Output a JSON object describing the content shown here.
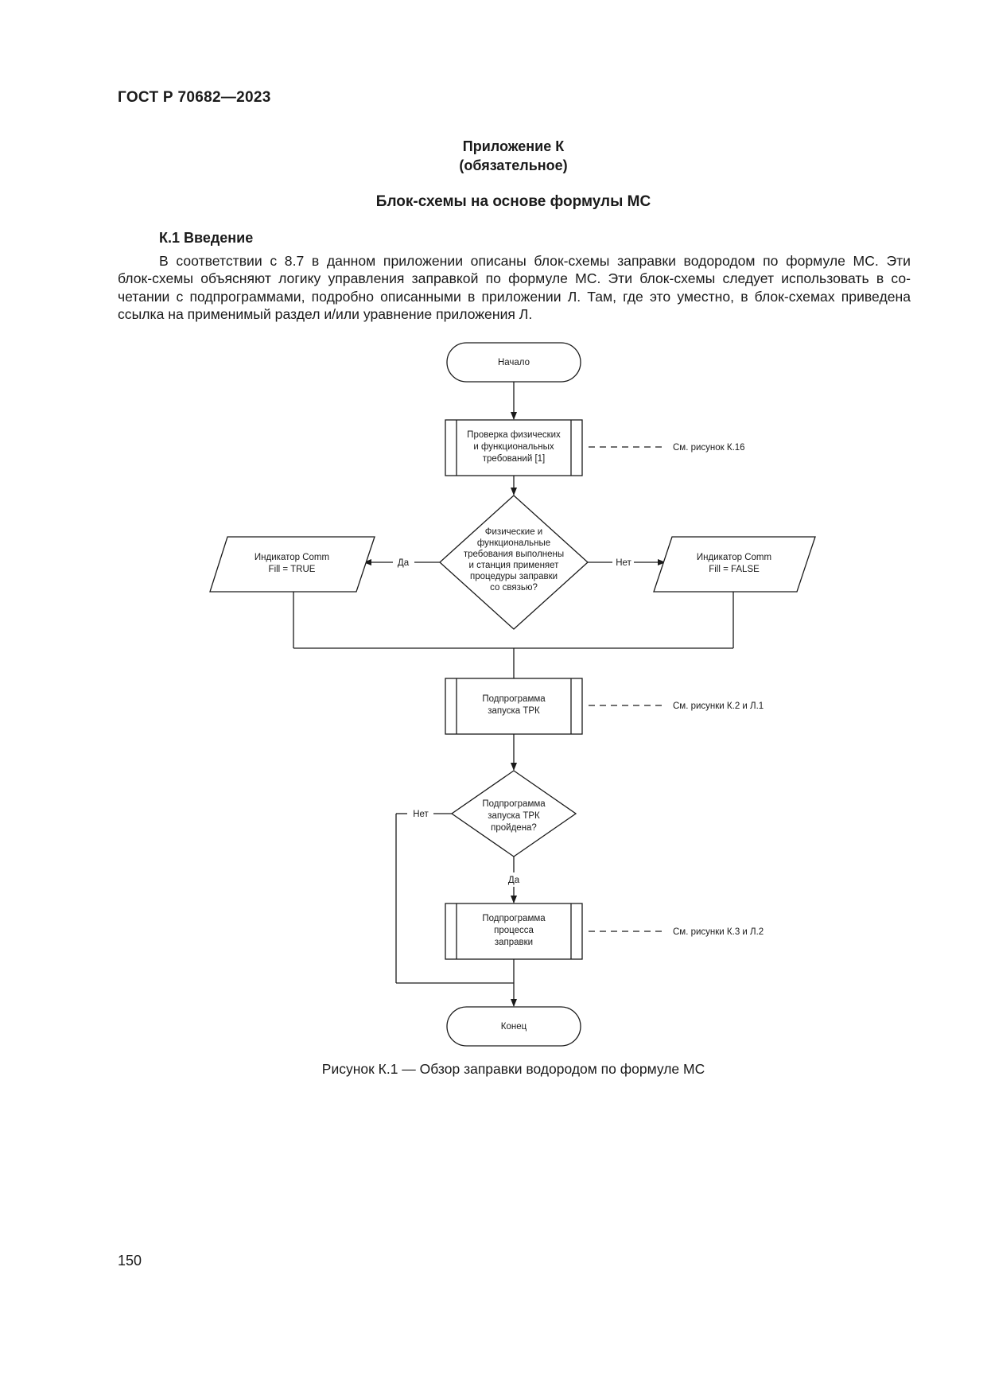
{
  "header": {
    "doc_id": "ГОСТ Р 70682—2023"
  },
  "annex": {
    "title": "Приложение К",
    "status": "(обязательное)"
  },
  "heading": "Блок-схемы на основе формулы МС",
  "section": {
    "title": "К.1  Введение"
  },
  "paragraph_lines": [
    "В соответствии с 8.7 в данном приложении описаны блок-схемы заправки водородом по формуле МС. Эти",
    "блок-схемы объясняют логику управления заправкой по формуле МС. Эти блок-схемы следует использовать в со-",
    "четании с подпрограммами, подробно описанными в приложении Л. Там, где это уместно, в блок-схемах приведена",
    "ссылка на применимый раздел и/или уравнение приложения Л."
  ],
  "flowchart": {
    "start": "Начало",
    "check_box": [
      "Проверка физических",
      "и функциональных",
      "требований [1]"
    ],
    "ref_k16": "См. рисунок К.16",
    "decision1": [
      "Физические и",
      "функциональные",
      "требования выполнены",
      "и станция применяет",
      "процедуры заправки",
      "со связью?"
    ],
    "yes1": "Да",
    "no1": "Нет",
    "io_true": [
      "Индикатор Comm",
      "Fill = TRUE"
    ],
    "io_false": [
      "Индикатор Comm",
      "Fill = FALSE"
    ],
    "launch_box": [
      "Подпрограмма",
      "запуска ТРК"
    ],
    "ref_k2": "См. рисунки К.2 и Л.1",
    "decision2": [
      "Подпрограмма",
      "запуска ТРК",
      "пройдена?"
    ],
    "no2": "Нет",
    "yes2": "Да",
    "process_box": [
      "Подпрограмма",
      "процесса",
      "заправки"
    ],
    "ref_k3": "См. рисунки К.3 и Л.2",
    "end": "Конец"
  },
  "caption": "Рисунок К.1 — Обзор заправки водородом по формуле МС",
  "page_number": "150"
}
